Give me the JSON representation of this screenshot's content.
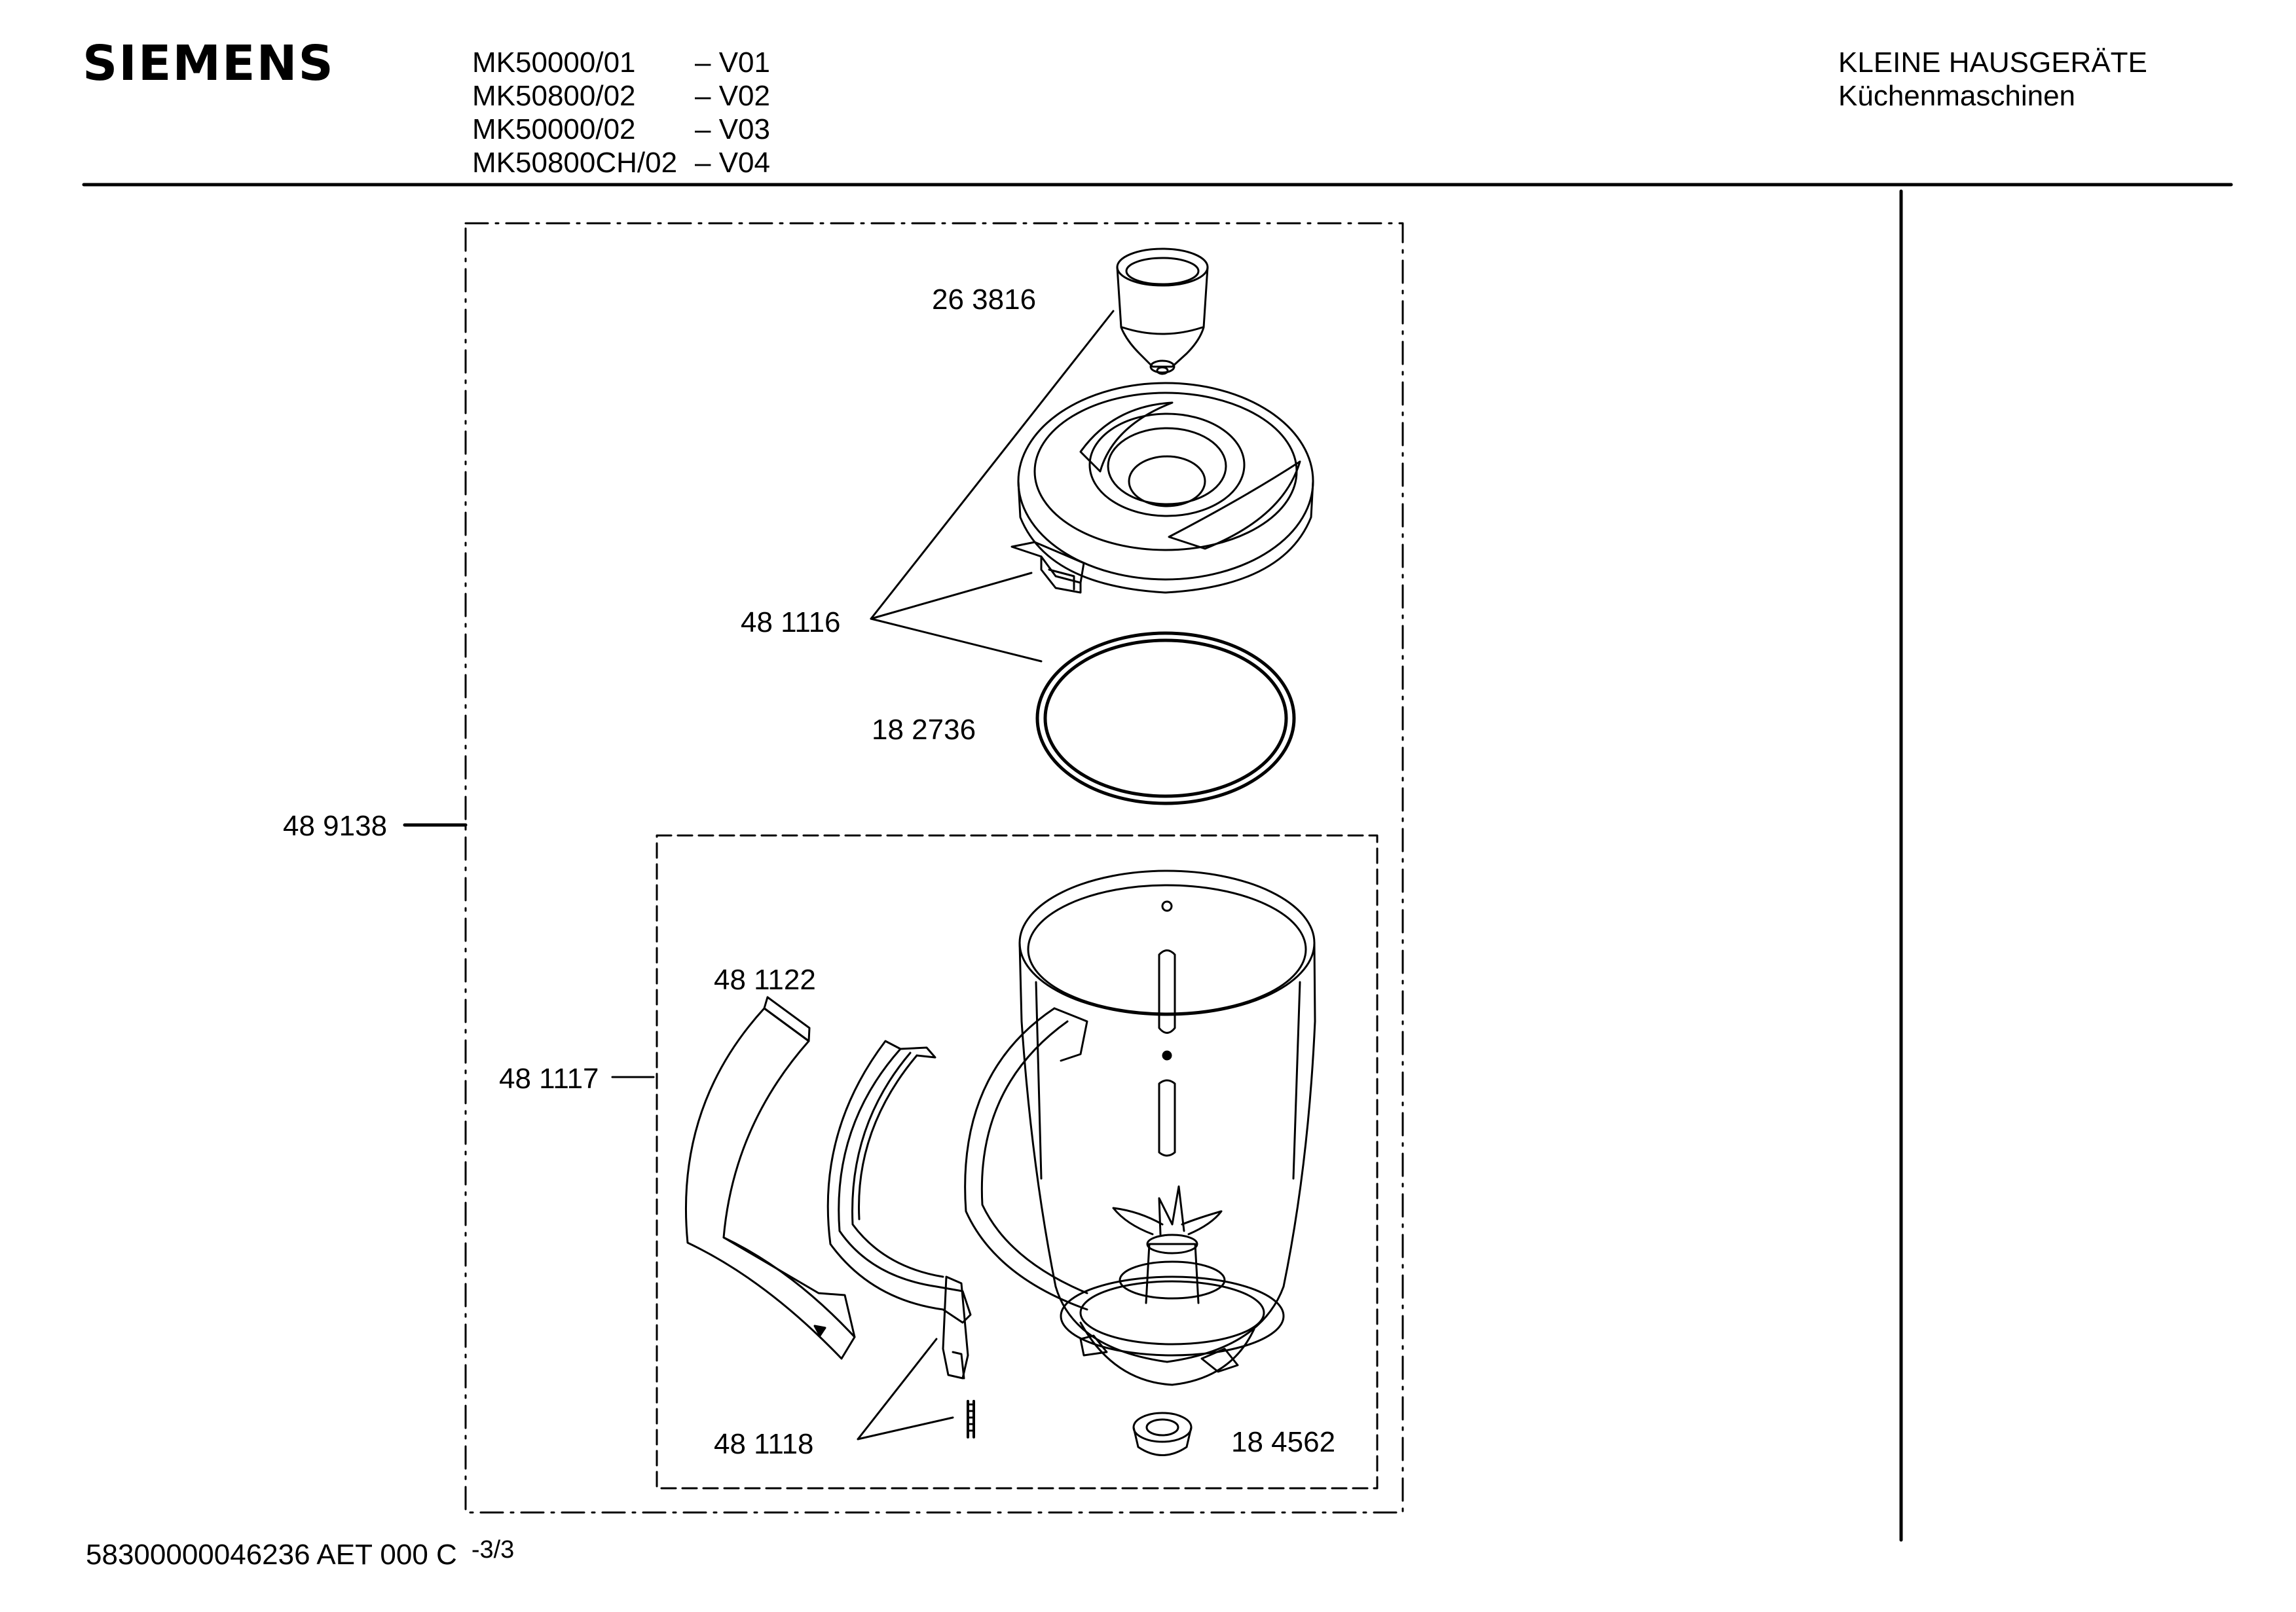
{
  "header": {
    "brand": "SIEMENS",
    "models": [
      {
        "model": "MK50000/01",
        "variant": "– V01"
      },
      {
        "model": "MK50800/02",
        "variant": "– V02"
      },
      {
        "model": "MK50000/02",
        "variant": "– V03"
      },
      {
        "model": "MK50800CH/02",
        "variant": "– V04"
      }
    ],
    "category": "KLEINE HAUSGERÄTE",
    "subcategory": "Küchenmaschinen"
  },
  "parts": {
    "measuring_cup": "26 3816",
    "lid": "48 1116",
    "seal_ring": "18 2736",
    "assembly": "48 9138",
    "handle_cover": "48 1122",
    "jug_assembly": "48 1117",
    "handle_switch": "48 1118",
    "foot": "18 4562"
  },
  "footer": {
    "doc_number": "58300000046236 AET 000 C",
    "page": "-3/3"
  }
}
